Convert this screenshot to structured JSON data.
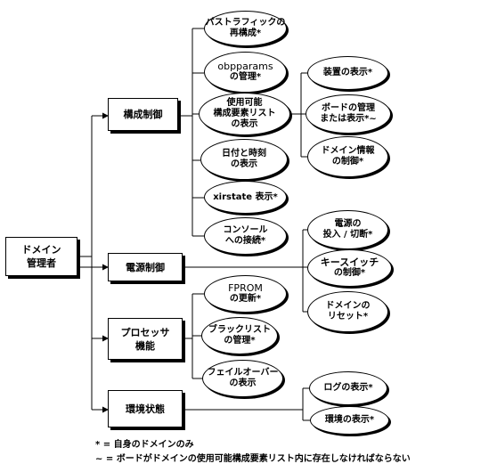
{
  "root": {
    "lines": [
      "ドメイン",
      "管理者"
    ]
  },
  "categories": {
    "config": "構成制御",
    "power": "電源制御",
    "processor": [
      "プロセッサ",
      "機能"
    ],
    "env": "環境状態"
  },
  "config_items": {
    "crossbar": [
      "パストラフィックの",
      "再構成*"
    ],
    "obpparams": [
      "obpparams",
      "の管理*"
    ],
    "available": [
      "使用可能",
      "構成要素リスト",
      "の表示"
    ],
    "datetime": [
      "日付と時刻",
      "の表示"
    ],
    "xirstate": [
      "xirstate 表示*"
    ],
    "console": [
      "コンソール",
      "への接続*"
    ]
  },
  "config_sub_items": {
    "devices": [
      "装置の表示*"
    ],
    "boards": [
      "ボードの管理",
      "または表示*~"
    ],
    "domain_info": [
      "ドメイン情報",
      "の制御*"
    ]
  },
  "power_items": {
    "power_onoff": [
      "電源の",
      "投入 / 切断*"
    ],
    "keyswitch": [
      "キースイッチ",
      "の制御*"
    ],
    "reset": [
      "ドメインの",
      "リセット*"
    ]
  },
  "processor_items": {
    "fprom": [
      "FPROM",
      "の更新*"
    ],
    "blacklist": [
      "ブラックリスト",
      "の管理*"
    ],
    "failover": [
      "フェイルオーバー",
      "の表示"
    ]
  },
  "env_items": {
    "logs": [
      "ログの表示*"
    ],
    "environment": [
      "環境の表示*"
    ]
  },
  "footnotes": [
    "* = 自身のドメインのみ",
    "~ = ボードがドメインの使用可能構成要素リスト内に存在しなければならない"
  ]
}
